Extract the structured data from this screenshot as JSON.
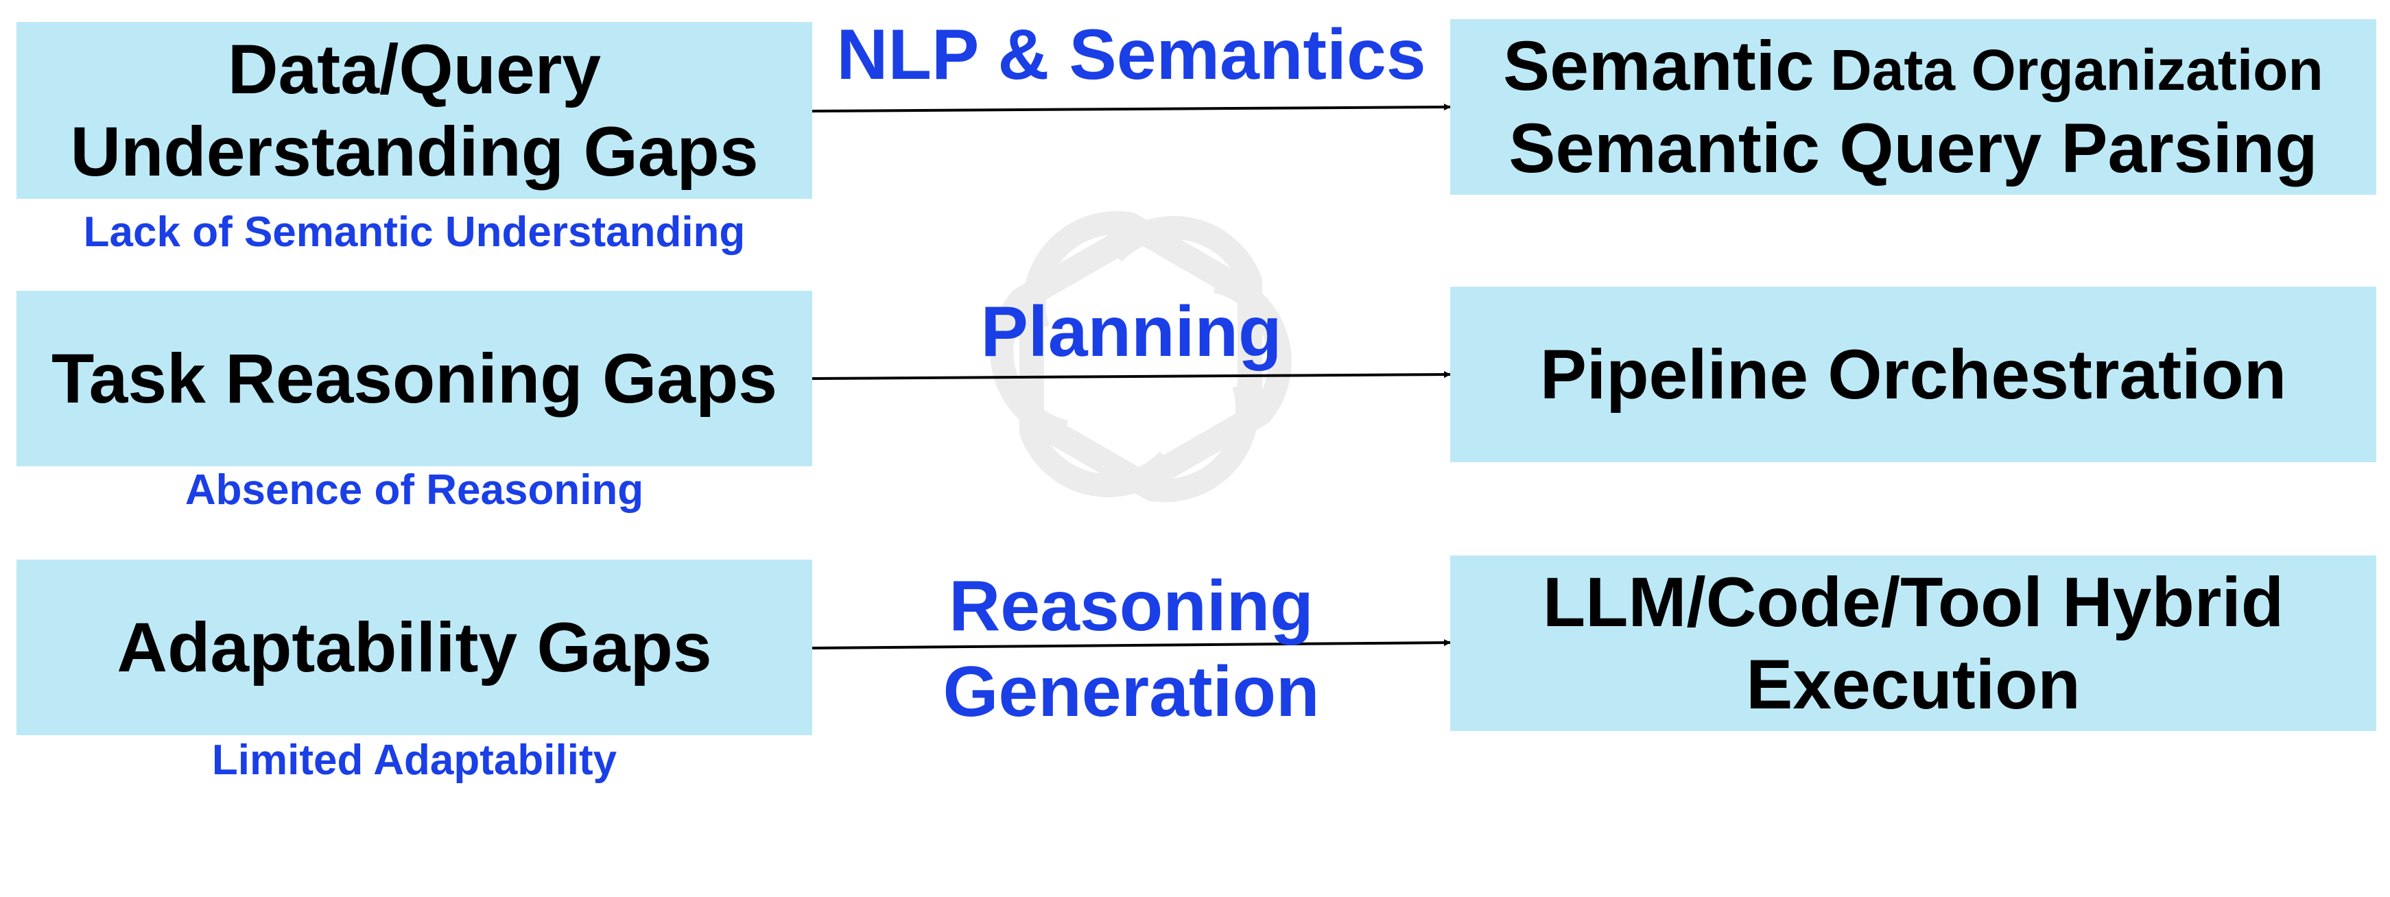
{
  "colors": {
    "box_fill": "#bde9f7",
    "accent_blue": "#1a3fe6",
    "arrow": "#000000",
    "watermark": "#ececec"
  },
  "watermark": {
    "icon": "openai-logo-icon"
  },
  "left_column": [
    {
      "lines": [
        "Data/Query",
        "Understanding Gaps"
      ],
      "subtitle": "Lack of Semantic Understanding"
    },
    {
      "lines": [
        "Task Reasoning Gaps"
      ],
      "subtitle": "Absence of Reasoning"
    },
    {
      "lines": [
        "Adaptability Gaps"
      ],
      "subtitle": "Limited Adaptability"
    }
  ],
  "arrow_labels": [
    {
      "lines": [
        "NLP & Semantics"
      ]
    },
    {
      "lines": [
        "Planning"
      ]
    },
    {
      "lines": [
        "Reasoning",
        "Generation"
      ]
    }
  ],
  "right_column": [
    {
      "line1_large": "Semantic",
      "line1_small": " Data Organization",
      "line2": "Semantic Query Parsing"
    },
    {
      "lines": [
        "Pipeline Orchestration"
      ]
    },
    {
      "lines": [
        "LLM/Code/Tool Hybrid",
        "Execution"
      ]
    }
  ]
}
